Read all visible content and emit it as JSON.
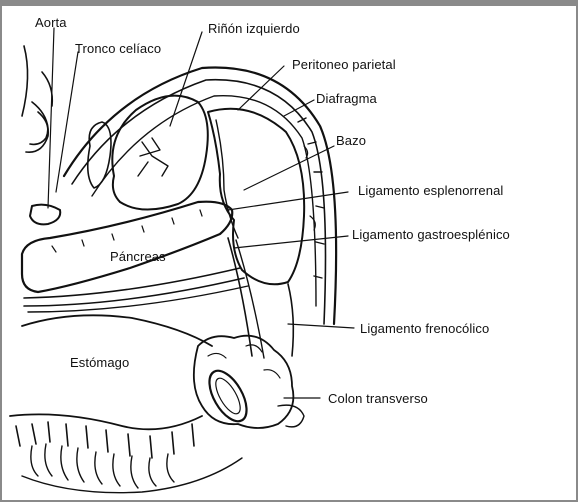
{
  "labels": {
    "aorta": "Aorta",
    "tronco_celiaco": "Tronco celíaco",
    "rinon_izquierdo": "Riñón izquierdo",
    "peritoneo_parietal": "Peritoneo parietal",
    "diafragma": "Diafragma",
    "bazo": "Bazo",
    "ligamento_esplenorrenal": "Ligamento esplenorrenal",
    "pancreas": "Páncreas",
    "ligamento_gastroesplenico": "Ligamento gastroesplénico",
    "ligamento_frenocolico": "Ligamento frenocólico",
    "estomago": "Estómago",
    "colon_transverso": "Colon transverso"
  }
}
